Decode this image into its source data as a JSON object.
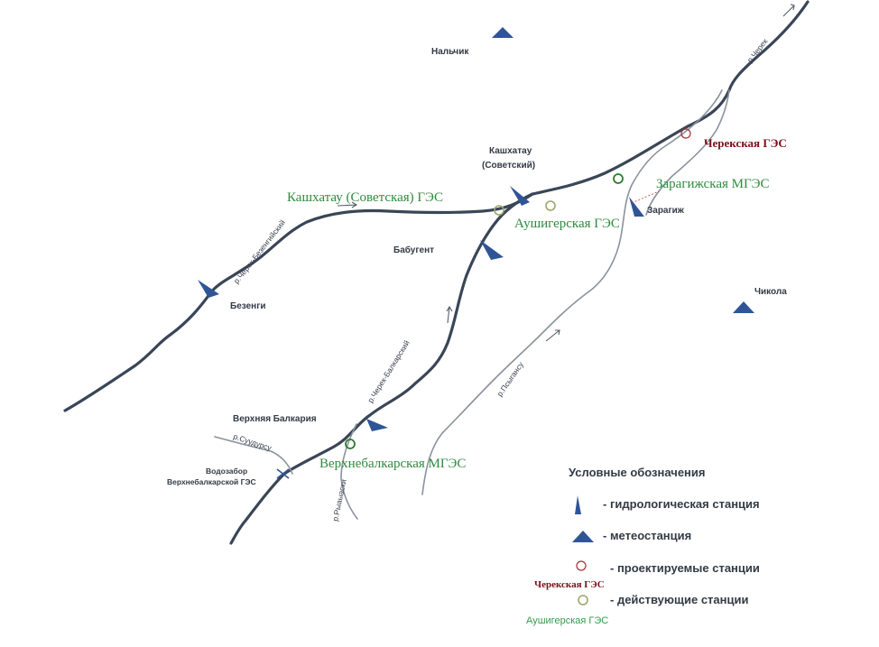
{
  "places": {
    "nalchik": "Нальчик",
    "chikola": "Чикола",
    "kashkhatau": "Кашхатау",
    "kashkhatau_sov": "(Советский)",
    "babugent": "Бабугент",
    "bezengi": "Безенги",
    "zaragizh": "Зарагиж",
    "verkh_balkaria": "Верхняя Балкария",
    "vodozabor_line1": "Водозабор",
    "vodozabor_line2": "Верхнебалкарской ГЭС"
  },
  "rivers": {
    "cherek": "р.Черек",
    "cherek_bezengi": "р.Черек-Безенгийский",
    "cherek_balkar": "р.Черек-Балкарский",
    "psygansu": "р.Псыгансу",
    "sukdurgu": "р.Суудурсу",
    "rynaichi": "р.Рыаыаски"
  },
  "stations": {
    "cherek_ges": "Черекская ГЭС",
    "zaragizh_mges": "Зарагижская МГЭС",
    "kashkhatau_ges": "Кашхатау (Советская) ГЭС",
    "aushiger_ges": "Аушигерская ГЭС",
    "verkhnebalkar_mges": "Верхнебалкарская МГЭС"
  },
  "legend": {
    "title": "Условные обозначения",
    "hydro": "- гидрологическая станция",
    "meteo": "- метеостанция",
    "projected": "- проектируемые станции",
    "operating": "- действующие станции",
    "example_projected": "Черекская ГЭС",
    "example_operating": "Аушигерская ГЭС"
  },
  "colors": {
    "river": "#3a4657",
    "station_marker": "#2f5597",
    "operating_label": "#2e8b3e",
    "projected_label": "#7a0f1a"
  },
  "icons": {
    "hydro_station": "flag-triangle-icon",
    "meteo_station": "triangle-icon",
    "projected_station": "red-circle-icon",
    "operating_station": "green-circle-icon"
  }
}
